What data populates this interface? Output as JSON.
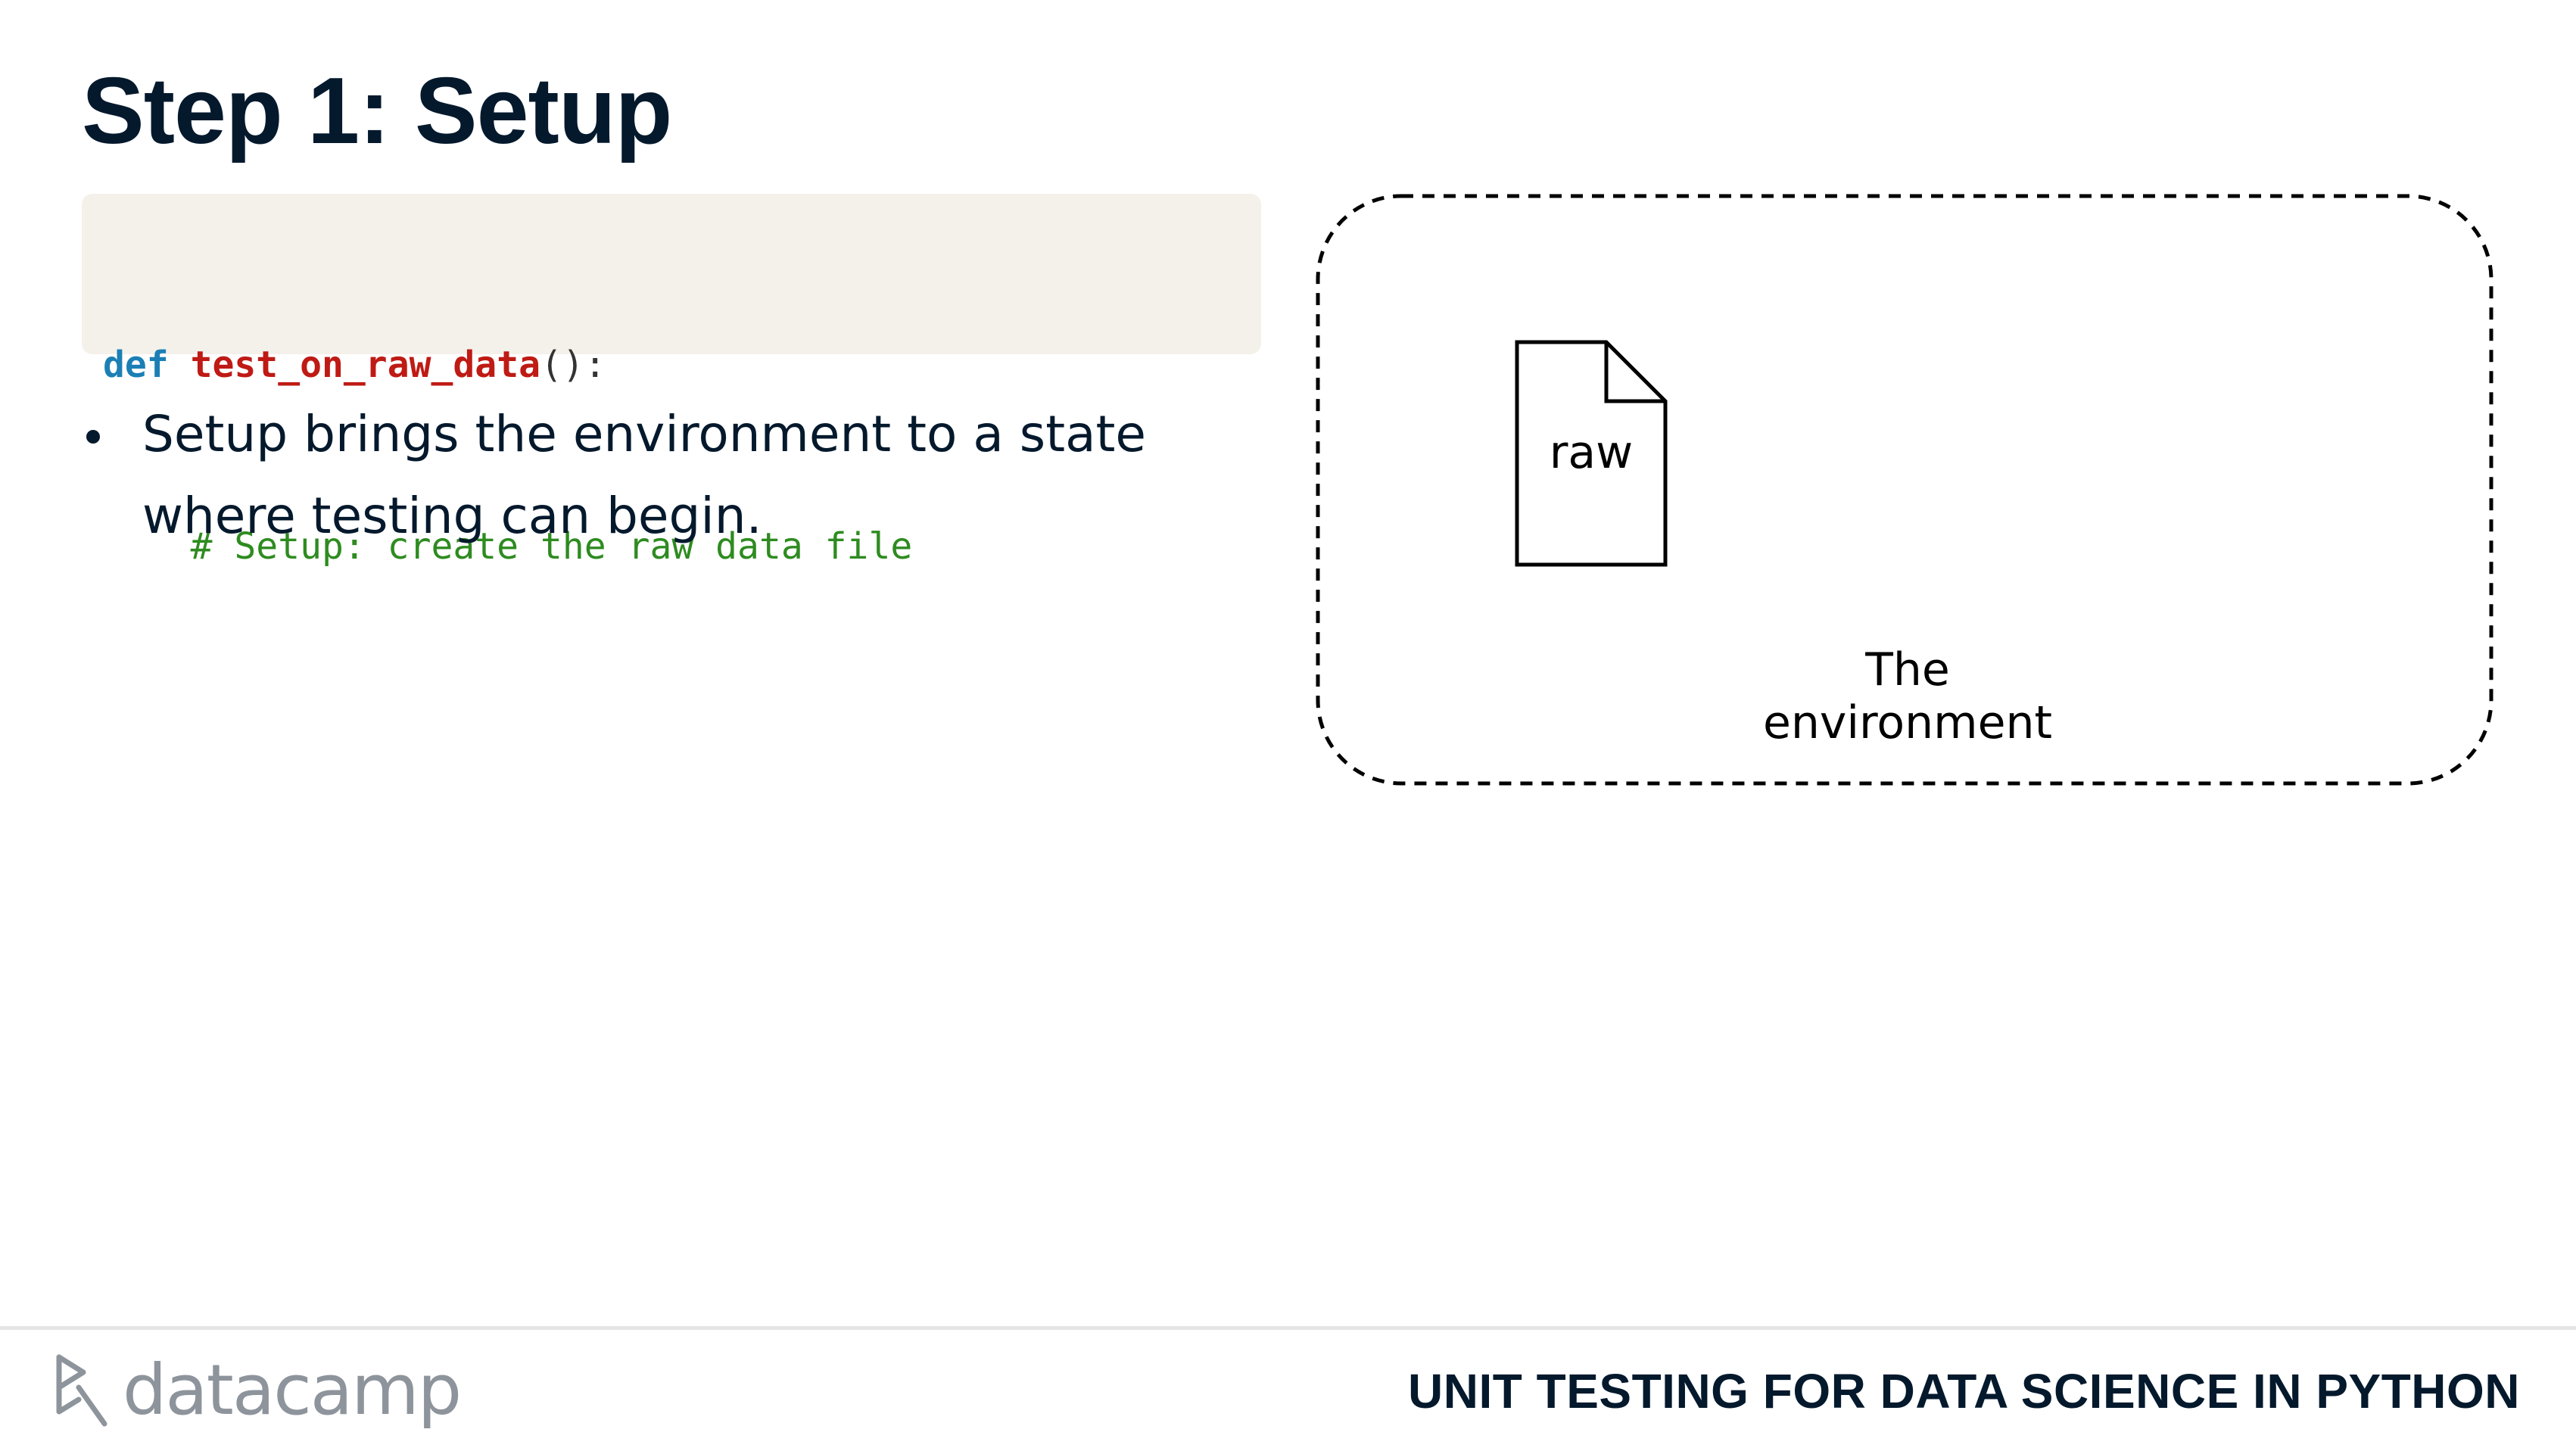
{
  "slide": {
    "title": "Step 1: Setup"
  },
  "code": {
    "line1": {
      "keyword": "def",
      "function_name": "test_on_raw_data",
      "punctuation": "():"
    },
    "line2": {
      "indent": "    ",
      "comment": "# Setup: create the raw data file"
    }
  },
  "bullets": [
    {
      "text": "Setup brings the environment to a state where testing can begin."
    }
  ],
  "diagram": {
    "file_label": "raw",
    "environment_label": "The\nenvironment"
  },
  "footer": {
    "brand": "datacamp",
    "course_title": "UNIT TESTING FOR DATA SCIENCE IN PYTHON"
  },
  "colors": {
    "text_primary": "#05192D",
    "code_background": "#F4F1EA",
    "keyword": "#1B7FB5",
    "function_name": "#BF1A14",
    "comment": "#2E8B20",
    "logo_gray": "#8E949C"
  },
  "icons": {
    "file": "file-icon",
    "logo": "datacamp-logo-icon"
  }
}
